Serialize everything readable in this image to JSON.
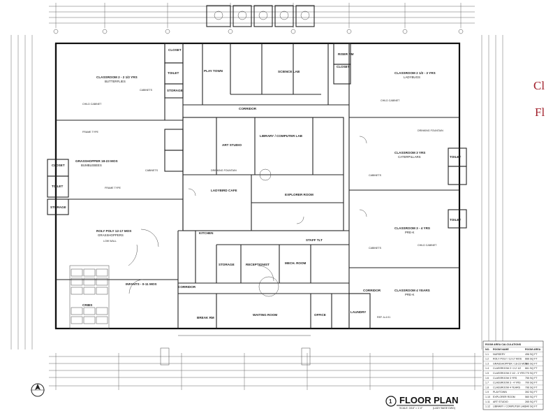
{
  "title": "FLOOR PLAN",
  "scale": "SCALE: 3/16\" = 1'-0\"",
  "sheet_note": "(LADY BASE DWG)",
  "detail_number": "1",
  "side_text": {
    "line1": "Cl",
    "line2": "Fl"
  },
  "rooms": {
    "classroom_2_212": "CLASSROOM 2 - 2 1/2 YRS",
    "butterflies": "BUTTERFLIES",
    "classroom_212_3": "CLASSROOM 2 1/2 - 3 YRS",
    "ladybugs": "LADYBUGS",
    "grasshopper": "GRASSHOPPER 18-23 MOS",
    "bumblebees": "BUMBLEBEES",
    "roly_poly": "ROLY POLY 12-17 MOS",
    "grasshoppers": "GRASSHOPPERS",
    "infants": "INFANTS - 0-11 MOS",
    "cribs": "CRIBS",
    "closet": "CLOSET",
    "toilet": "TOILET",
    "storage": "STORAGE",
    "play_town": "PLAY TOWN",
    "science_lab": "SCIENCE LAB",
    "art_studio": "ART STUDIO",
    "library_lab": "LIBRARY / COMPUTER LAB",
    "explorer": "EXPLORER ROOM",
    "ladybird_cafe": "LADYBIRD CAFE",
    "kitchen": "KITCHEN",
    "corridor": "CORRIDOR",
    "reception": "RECEPTIONIST",
    "mech": "MECH. ROOM",
    "staff_toilet": "STAFF TLT",
    "break_rm": "BREAK RM",
    "waiting": "WAITING ROOM",
    "office": "OFFICE",
    "classroom_3": "CLASSROOM 3 YRS",
    "caterpillars": "CATERPILLARS",
    "classroom_34": "CLASSROOM 3 - 4 YRS",
    "prek": "PRE-K",
    "classroom_4": "CLASSROOM 4 YEARS",
    "laundry": "LAUNDRY",
    "riser": "RISER RM"
  },
  "notes": {
    "cabinets": "CABINETS",
    "child_cabinet": "CHILD CABINET",
    "drinking_fountain": "DRINKING FOUNTAIN",
    "low_wall": "LOW WALL",
    "frame_type": "FRAME TYPE",
    "ref": "REF. A-4.01"
  },
  "area_table": {
    "title": "ROOM AREA CALCULATIONS",
    "headers": [
      "NO.",
      "ROOM NAME",
      "ROOM AREA"
    ],
    "rows": [
      [
        "1.1",
        "NURSERY",
        "496 SQ FT"
      ],
      [
        "1.2",
        "ROLY POLY / 12-17 MOS",
        "666 SQ FT"
      ],
      [
        "1.3",
        "GRASSHOPPER / 18-23 MOS",
        "586 SQ FT"
      ],
      [
        "1.4",
        "CLASSROOM 2 / 2-2 1/2",
        "661 SQ FT"
      ],
      [
        "1.5",
        "CLASSROOM 2 1/2 - 3 YRS",
        "770 SQ FT"
      ],
      [
        "1.6",
        "CLASSROOM 3 YRS",
        "755 SQ FT"
      ],
      [
        "1.7",
        "CLASSROOM 3 - 4 YRS",
        "700 SQ FT"
      ],
      [
        "1.8",
        "CLASSROOM 4 YEARS",
        "796 SQ FT"
      ],
      [
        "1.9",
        "PLAYTOWN",
        "392 SQ FT"
      ],
      [
        "1.10",
        "EXPLORER ROOM",
        "560 SQ FT"
      ],
      [
        "1.11",
        "ART STUDIO",
        "265 SQ FT"
      ],
      [
        "1.12",
        "LIBRARY / COMPUTER LAB",
        "340 SQ FT"
      ]
    ]
  }
}
